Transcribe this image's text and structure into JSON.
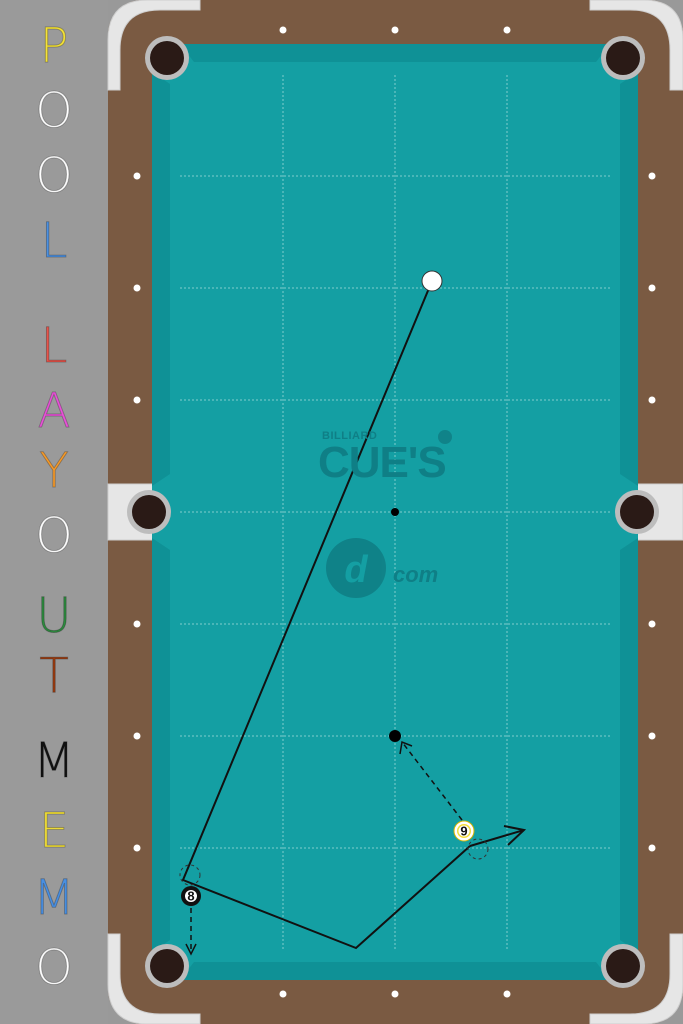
{
  "sidebar": {
    "letters": [
      {
        "char": "P",
        "color": "#f4e23a"
      },
      {
        "char": "O",
        "color": "#ffffff"
      },
      {
        "char": "O",
        "color": "#ffffff"
      },
      {
        "char": "L",
        "color": "#4a90e2"
      },
      {
        "char": "L",
        "color": "#e8534a"
      },
      {
        "char": "A",
        "color": "#e754d7"
      },
      {
        "char": "Y",
        "color": "#f59b2d"
      },
      {
        "char": "O",
        "color": "#ffffff"
      },
      {
        "char": "U",
        "color": "#2e8b3f"
      },
      {
        "char": "T",
        "color": "#9b3d12"
      },
      {
        "char": "M",
        "color": "#111111"
      },
      {
        "char": "E",
        "color": "#f4e23a"
      },
      {
        "char": "M",
        "color": "#4a90e2"
      },
      {
        "char": "O",
        "color": "#ffffff"
      }
    ]
  },
  "table": {
    "felt_color": "#149fa3",
    "rail_color": "#7a5a42",
    "cushion_color": "#119ba0"
  },
  "watermark": {
    "billiard": "BILLIARD",
    "brand": "CUE'S",
    "site": "com"
  },
  "balls": {
    "cue": {
      "label": "",
      "color": "#ffffff"
    },
    "eight": {
      "label": "8",
      "color": "#000000"
    },
    "nine": {
      "label": "9",
      "color": "#f4dd3a"
    }
  }
}
